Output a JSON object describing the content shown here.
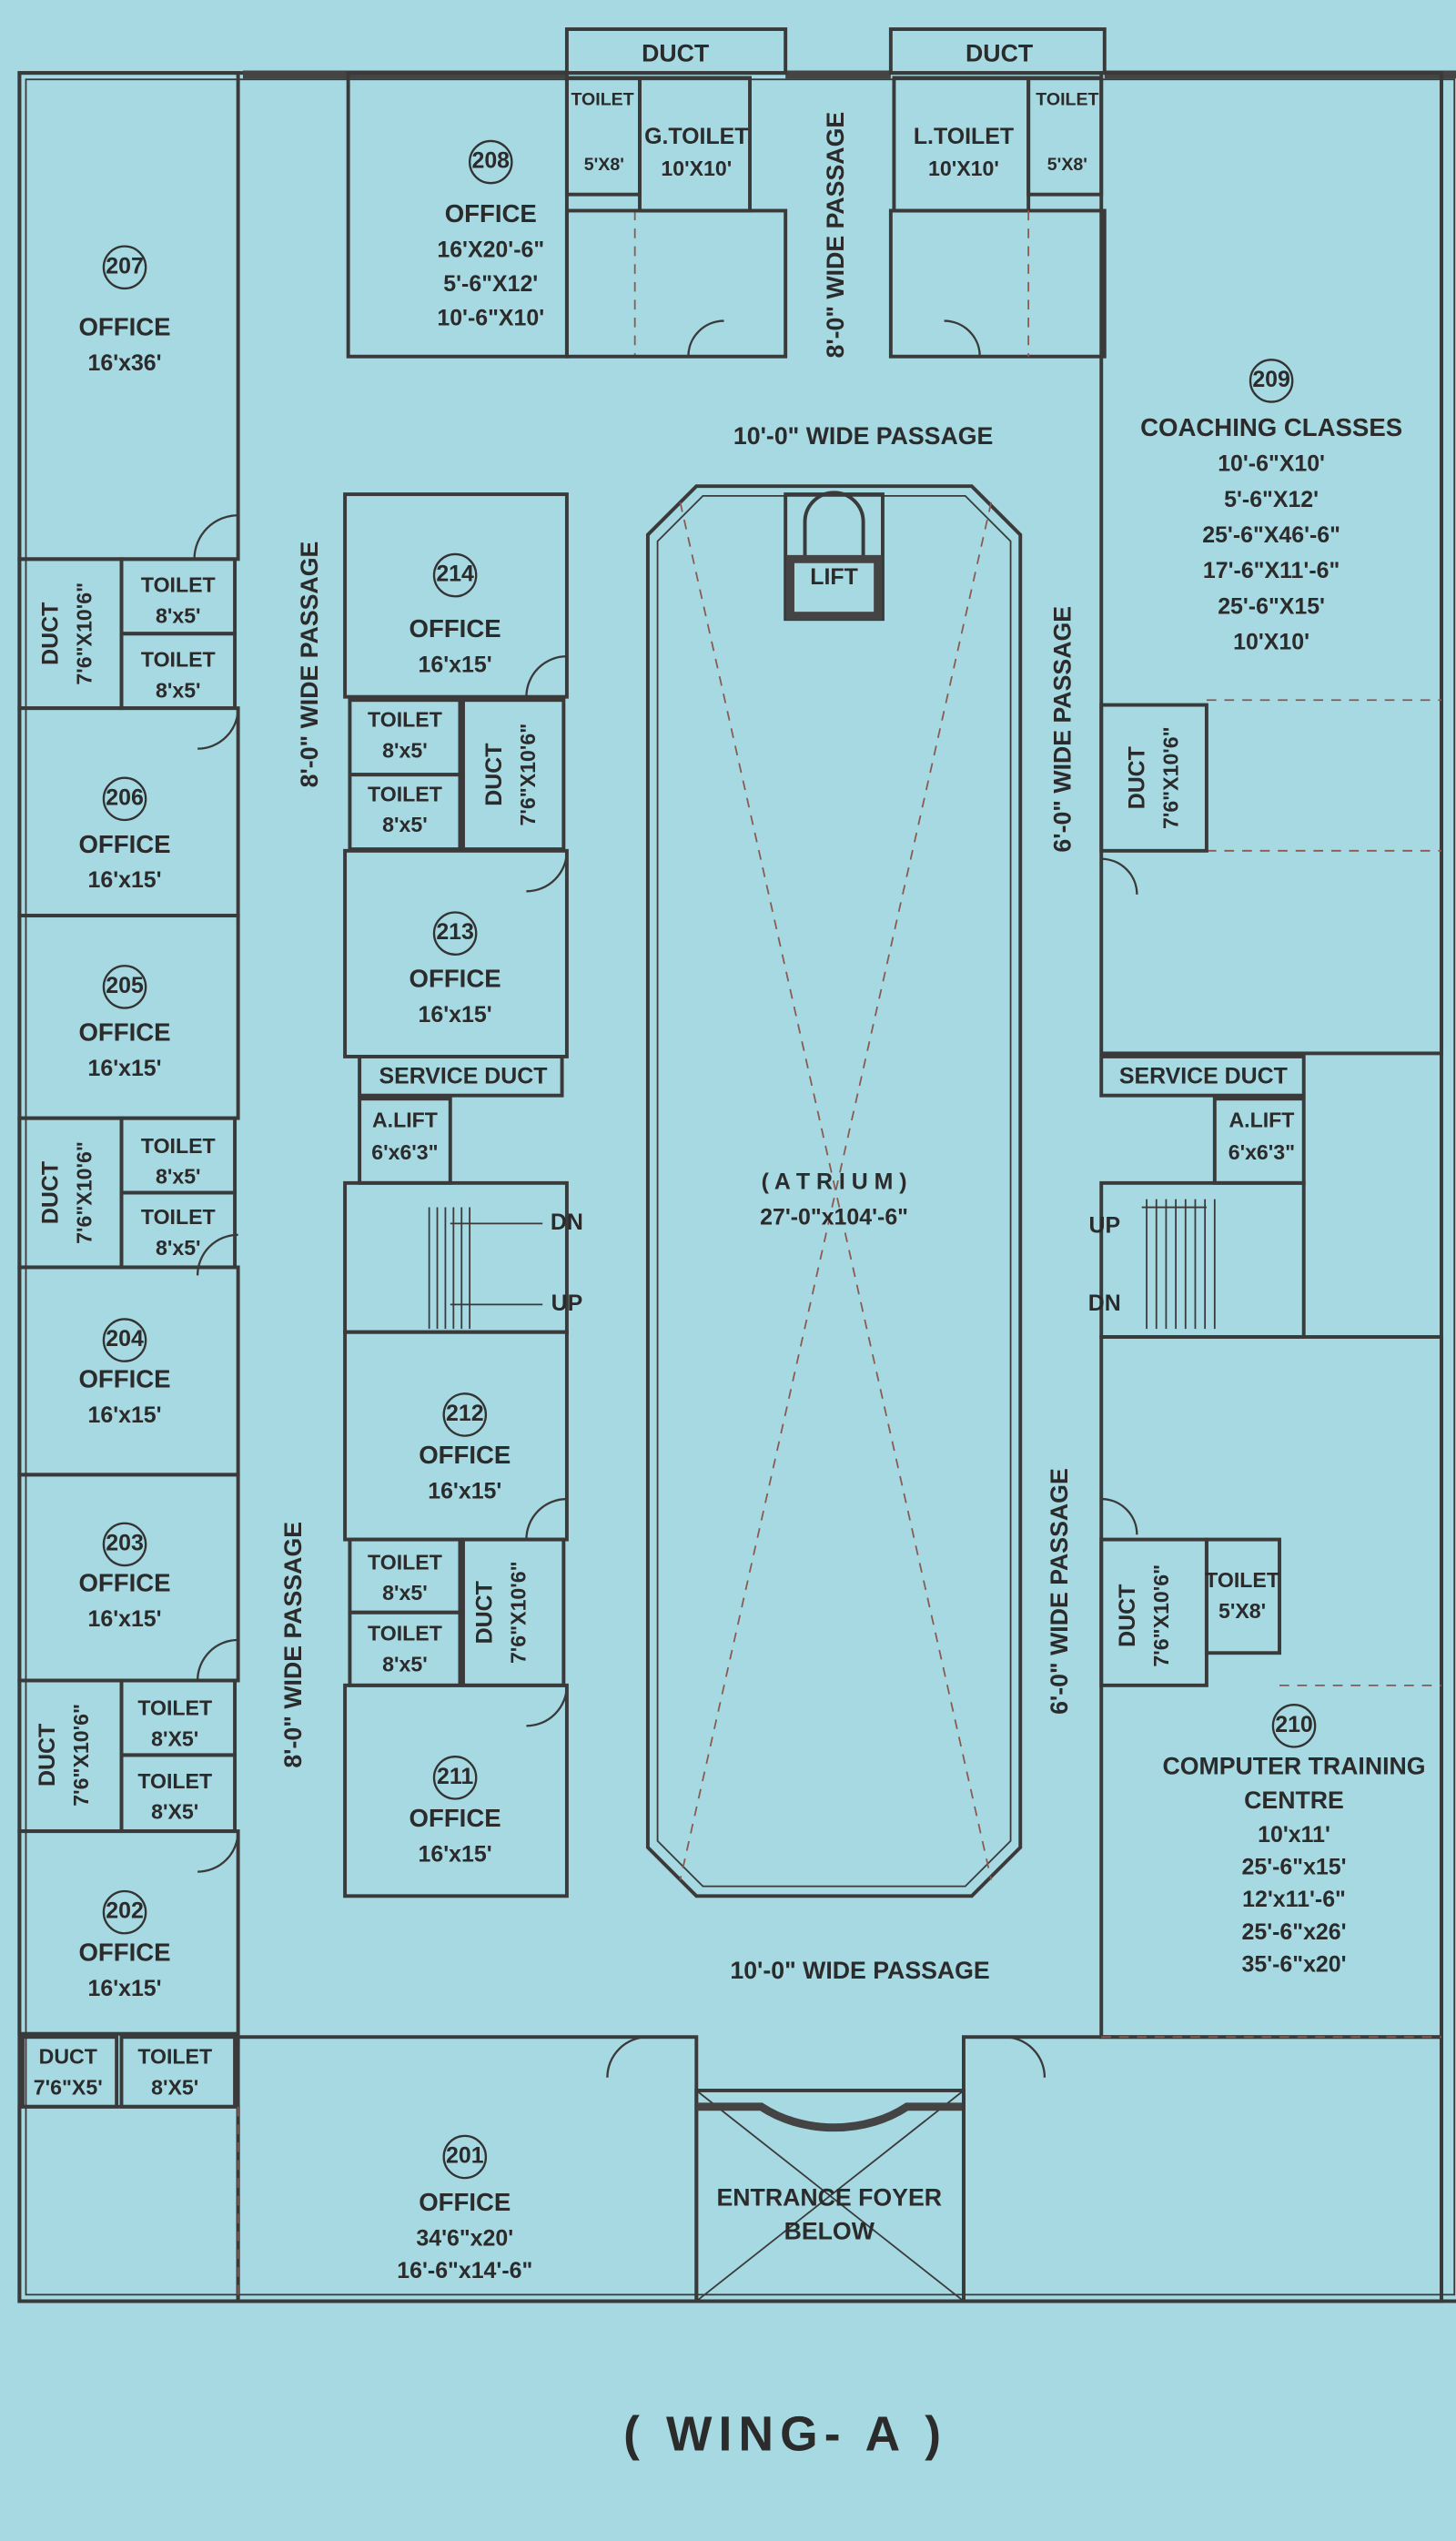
{
  "title": "( WING- A )",
  "rooms": {
    "r207": {
      "num": "207",
      "name": "OFFICE",
      "dims": [
        "16'x36'"
      ]
    },
    "r206": {
      "num": "206",
      "name": "OFFICE",
      "dims": [
        "16'x15'"
      ]
    },
    "r205": {
      "num": "205",
      "name": "OFFICE",
      "dims": [
        "16'x15'"
      ]
    },
    "r204": {
      "num": "204",
      "name": "OFFICE",
      "dims": [
        "16'x15'"
      ]
    },
    "r203": {
      "num": "203",
      "name": "OFFICE",
      "dims": [
        "16'x15'"
      ]
    },
    "r202": {
      "num": "202",
      "name": "OFFICE",
      "dims": [
        "16'x15'"
      ]
    },
    "r201": {
      "num": "201",
      "name": "OFFICE",
      "dims": [
        "34'6\"x20'",
        "16'-6\"x14'-6\""
      ]
    },
    "r208": {
      "num": "208",
      "name": "OFFICE",
      "dims": [
        "16'X20'-6\"",
        "5'-6\"X12'",
        "10'-6\"X10'"
      ]
    },
    "r209": {
      "num": "209",
      "name": "COACHING CLASSES",
      "dims": [
        "10'-6\"X10'",
        "5'-6\"X12'",
        "25'-6\"X46'-6\"",
        "17'-6\"X11'-6\"",
        "25'-6\"X15'",
        "10'X10'"
      ]
    },
    "r210": {
      "num": "210",
      "name": [
        "COMPUTER TRAINING",
        "CENTRE"
      ],
      "dims": [
        "10'x11'",
        "25'-6\"x15'",
        "12'x11'-6\"",
        "25'-6\"x26'",
        "35'-6\"x20'"
      ]
    },
    "r211": {
      "num": "211",
      "name": "OFFICE",
      "dims": [
        "16'x15'"
      ]
    },
    "r212": {
      "num": "212",
      "name": "OFFICE",
      "dims": [
        "16'x15'"
      ]
    },
    "r213": {
      "num": "213",
      "name": "OFFICE",
      "dims": [
        "16'x15'"
      ]
    },
    "r214": {
      "num": "214",
      "name": "OFFICE",
      "dims": [
        "16'x15'"
      ]
    }
  },
  "atrium": {
    "name": "( A T R I U M )",
    "dims": "27'-0\"x104'-6\"",
    "lift": "LIFT"
  },
  "passages": {
    "p10": "10'-0\" WIDE PASSAGE",
    "p8": "8'-0\" WIDE PASSAGE",
    "p6": "6'-0\" WIDE PASSAGE"
  },
  "utility": {
    "duct": "DUCT",
    "duct_dims": "7'6\"X10'6\"",
    "duct_small_dims": "7'6\"X5'",
    "toilet": "TOILET",
    "toilet_lower": "8'x5'",
    "toilet_upper": "8'X5'",
    "toilet_5x8": "5'X8'",
    "g_toilet": "G.TOILET",
    "l_toilet": "L.TOILET",
    "toilet_10x10": "10'X10'",
    "service_duct": "SERVICE DUCT",
    "a_lift": "A.LIFT",
    "a_lift_dims": "6'x6'3\"",
    "up": "UP",
    "dn": "DN"
  },
  "entrance": [
    "ENTRANCE FOYER",
    "BELOW"
  ],
  "colors": {
    "background": "#a6d9e2",
    "lines": "#3a3a3a",
    "dashed": "#8a5a50"
  }
}
